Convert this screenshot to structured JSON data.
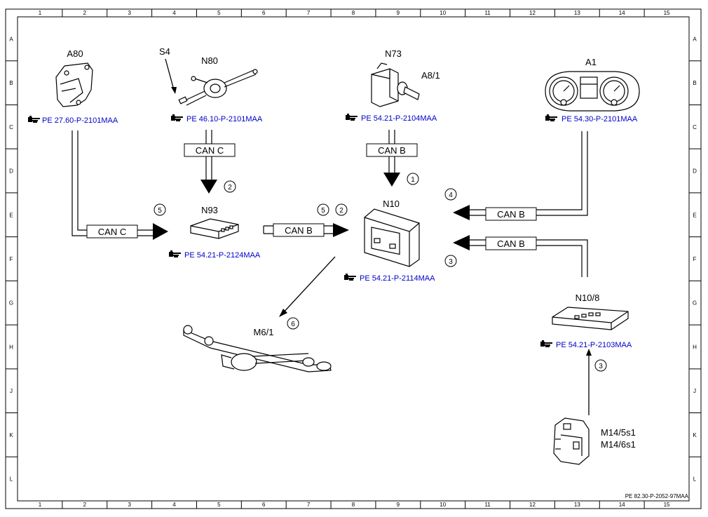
{
  "grid": {
    "columns": [
      "1",
      "2",
      "3",
      "4",
      "5",
      "6",
      "7",
      "8",
      "9",
      "10",
      "11",
      "12",
      "13",
      "14",
      "15"
    ],
    "rows": [
      "A",
      "B",
      "C",
      "D",
      "E",
      "F",
      "G",
      "H",
      "J",
      "K",
      "L"
    ]
  },
  "components": {
    "a80": {
      "label": "A80",
      "ref": "PE 27.60-P-2101MAA"
    },
    "s4": {
      "label": "S4"
    },
    "n80": {
      "label": "N80",
      "ref": "PE 46.10-P-2101MAA"
    },
    "n73": {
      "label": "N73",
      "ref": "PE 54.21-P-2104MAA"
    },
    "a8_1": {
      "label": "A8/1"
    },
    "a1": {
      "label": "A1",
      "ref": "PE 54.30-P-2101MAA"
    },
    "n93": {
      "label": "N93",
      "ref": "PE 54.21-P-2124MAA"
    },
    "n10": {
      "label": "N10",
      "ref": "PE 54.21-P-2114MAA"
    },
    "n10_8": {
      "label": "N10/8",
      "ref": "PE 54.21-P-2103MAA"
    },
    "m6_1": {
      "label": "M6/1"
    },
    "m14": {
      "label1": "M14/5s1",
      "label2": "M14/6s1"
    }
  },
  "buses": {
    "a80_n93": "CAN C",
    "n80_n93": "CAN C",
    "n93_n10": "CAN B",
    "n73_n10": "CAN B",
    "a1_n10": "CAN B",
    "n10_8_n10": "CAN B"
  },
  "step_numbers": {
    "n80_n93": "2",
    "n73_n10": "1",
    "a80_n93": "5",
    "n93_n10_a": "5",
    "n93_n10_b": "2",
    "a1_n10": "4",
    "n10_8_n10": "3",
    "n10_m6_1": "6",
    "m14_n10_8": "3"
  },
  "footer": "PE 82.30-P-2052-97MAA"
}
